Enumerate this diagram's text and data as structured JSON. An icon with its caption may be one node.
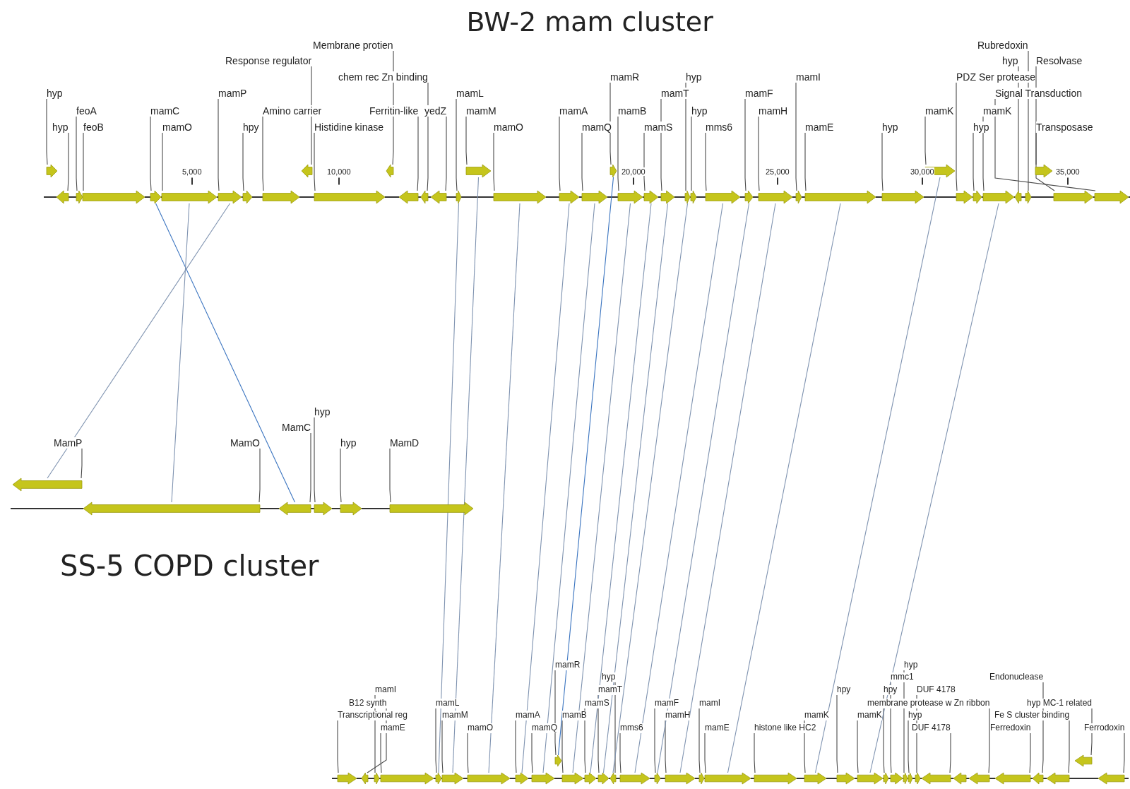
{
  "diagram": {
    "title": "BW-2 mam cluster",
    "nodes": [
      {
        "text": [
          "hyp"
        ]
      },
      {
        "text": [],
        "shape": "arrow"
      },
      {
        "text": [
          "hyp"
        ]
      },
      {
        "text": [],
        "shape": "arrow"
      },
      {
        "text": [
          "feoA"
        ]
      },
      {
        "text": [],
        "shape": "arrow"
      },
      {
        "text": [
          "feoB"
        ]
      },
      {
        "text": [],
        "shape": "arrow"
      },
      {
        "text": [
          "mamC"
        ]
      },
      {
        "text": [],
        "shape": "arrow"
      },
      {
        "text": [
          "mamO"
        ]
      },
      {
        "text": [],
        "shape": "arrow"
      },
      {
        "text": [
          "mamP"
        ]
      },
      {
        "text": [],
        "shape": "arrow"
      },
      {
        "text": [
          "hpy"
        ]
      },
      {
        "text": [],
        "shape": "arrow"
      },
      {
        "text": [
          "Amino carrier"
        ]
      },
      {
        "text": [],
        "shape": "arrow"
      },
      {
        "text": [
          "Response regulator"
        ]
      },
      {
        "text": [],
        "shape": "arrow"
      },
      {
        "text": [
          "Histidine kinase"
        ]
      },
      {
        "text": [],
        "shape": "arrow"
      },
      {
        "text": [
          "Membrane protien"
        ]
      },
      {
        "text": [],
        "shape": "arrow"
      },
      {
        "text": [
          "Ferritin-like"
        ]
      },
      {
        "text": [],
        "shape": "arrow"
      },
      {
        "text": [
          "chem rec Zn binding"
        ]
      },
      {
        "text": [],
        "shape": "arrow"
      },
      {
        "text": [
          "yedZ"
        ]
      },
      {
        "text": [],
        "shape": "arrow"
      },
      {
        "text": [
          "mamL"
        ]
      },
      {
        "text": [],
        "shape": "arrow"
      },
      {
        "text": [
          "mamM"
        ]
      },
      {
        "text": [],
        "shape": "arrow"
      },
      {
        "text": [
          "mamO"
        ]
      },
      {
        "text": [],
        "shape": "arrow"
      },
      {
        "text": [
          "mamA"
        ]
      },
      {
        "text": [],
        "shape": "arrow"
      },
      {
        "text": [
          "mamQ"
        ]
      },
      {
        "text": [],
        "shape": "arrow"
      },
      {
        "text": [
          "mamR"
        ]
      },
      {
        "text": [],
        "shape": "arrow"
      },
      {
        "text": [
          "mamB"
        ]
      },
      {
        "text": [],
        "shape": "arrow"
      },
      {
        "text": [
          "mamS"
        ]
      },
      {
        "text": [],
        "shape": "arrow"
      },
      {
        "text": [
          "mamT"
        ]
      },
      {
        "text": [],
        "shape": "arrow"
      },
      {
        "text": [
          "hyp"
        ]
      },
      {
        "text": [],
        "shape": "arrow"
      },
      {
        "text": [
          "hyp"
        ]
      },
      {
        "text": [],
        "shape": "arrow"
      },
      {
        "text": [
          "mms6"
        ]
      },
      {
        "text": [],
        "shape": "arrow"
      },
      {
        "text": [
          "mamF"
        ]
      },
      {
        "text": [],
        "shape": "arrow"
      },
      {
        "text": [
          "mamH"
        ]
      },
      {
        "text": [],
        "shape": "arrow"
      },
      {
        "text": [
          "mamI"
        ]
      },
      {
        "text": [],
        "shape": "arrow"
      },
      {
        "text": [
          "mamE"
        ]
      },
      {
        "text": [],
        "shape": "arrow"
      },
      {
        "text": [
          "hyp"
        ]
      },
      {
        "text": [],
        "shape": "arrow"
      },
      {
        "text": [
          "mamK"
        ]
      },
      {
        "text": [],
        "shape": "arrow"
      },
      {
        "text": [
          "PDZ Ser protease"
        ]
      },
      {
        "text": [],
        "shape": "arrow"
      },
      {
        "text": [
          "hyp"
        ]
      },
      {
        "text": [],
        "shape": "arrow"
      },
      {
        "text": [
          "mamK"
        ]
      },
      {
        "text": [],
        "shape": "arrow"
      },
      {
        "text": [
          "hyp"
        ]
      },
      {
        "text": [],
        "shape": "arrow"
      },
      {
        "text": [
          "Rubredoxin"
        ]
      },
      {
        "text": [],
        "shape": "arrow"
      },
      {
        "text": [
          "Resolvase"
        ]
      },
      {
        "text": [],
        "shape": "arrow"
      },
      {
        "text": [
          "Signal Transduction"
        ]
      },
      {
        "text": [],
        "shape": "arrow"
      },
      {
        "text": [
          "Transposase"
        ]
      },
      {
        "text": [],
        "shape": "arrow"
      },
      {
        "text": [
          "MamP"
        ]
      },
      {
        "text": [],
        "shape": "arrow"
      },
      {
        "text": [
          "MamO"
        ]
      },
      {
        "text": [],
        "shape": "arrow"
      },
      {
        "text": [
          "MamC"
        ]
      },
      {
        "text": [],
        "shape": "arrow"
      },
      {
        "text": [
          "hyp"
        ]
      },
      {
        "text": [],
        "shape": "arrow"
      },
      {
        "text": [
          "hyp"
        ]
      },
      {
        "text": [],
        "shape": "arrow"
      },
      {
        "text": [
          "MamD"
        ]
      },
      {
        "text": [],
        "shape": "arrow"
      },
      {
        "text": [
          "Transcriptional reg"
        ]
      },
      {
        "text": [],
        "shape": "arrow"
      },
      {
        "text": [
          "B12 synth"
        ]
      },
      {
        "text": [],
        "shape": "arrow"
      },
      {
        "text": [
          "mamI"
        ]
      },
      {
        "text": [],
        "shape": "arrow"
      },
      {
        "text": [
          "mamE"
        ]
      },
      {
        "text": [],
        "shape": "arrow"
      },
      {
        "text": [
          "mamL"
        ]
      },
      {
        "text": [],
        "shape": "arrow"
      },
      {
        "text": [
          "mamM"
        ]
      },
      {
        "text": [],
        "shape": "arrow"
      },
      {
        "text": [
          "mamO"
        ]
      },
      {
        "text": [],
        "shape": "arrow"
      },
      {
        "text": [
          "mamA"
        ]
      },
      {
        "text": [],
        "shape": "arrow"
      },
      {
        "text": [
          "mamQ"
        ]
      },
      {
        "text": [],
        "shape": "arrow"
      },
      {
        "text": [
          "mamR"
        ]
      },
      {
        "text": [],
        "shape": "arrow"
      },
      {
        "text": [
          "mamB"
        ]
      },
      {
        "text": [],
        "shape": "arrow"
      },
      {
        "text": [
          "mamS"
        ]
      },
      {
        "text": [],
        "shape": "arrow"
      },
      {
        "text": [
          "mamT"
        ]
      },
      {
        "text": [],
        "shape": "arrow"
      },
      {
        "text": [
          "hyp"
        ]
      },
      {
        "text": [],
        "shape": "arrow"
      },
      {
        "text": [
          "mms6"
        ]
      },
      {
        "text": [],
        "shape": "arrow"
      },
      {
        "text": [
          "mamF"
        ]
      },
      {
        "text": [],
        "shape": "arrow"
      },
      {
        "text": [
          "mamH"
        ]
      },
      {
        "text": [],
        "shape": "arrow"
      },
      {
        "text": [
          "mamI"
        ]
      },
      {
        "text": [],
        "shape": "arrow"
      },
      {
        "text": [
          "mamE"
        ]
      },
      {
        "text": [],
        "shape": "arrow"
      },
      {
        "text": [
          "histone like HC2"
        ]
      },
      {
        "text": [],
        "shape": "arrow"
      },
      {
        "text": [
          "mamK"
        ]
      },
      {
        "text": [],
        "shape": "arrow"
      },
      {
        "text": [
          "hpy"
        ]
      },
      {
        "text": [],
        "shape": "arrow"
      },
      {
        "text": [
          "mamK"
        ]
      },
      {
        "text": [],
        "shape": "arrow"
      },
      {
        "text": [
          "hpy"
        ]
      },
      {
        "text": [],
        "shape": "arrow"
      },
      {
        "text": [
          "mmc1"
        ]
      },
      {
        "text": [],
        "shape": "arrow"
      },
      {
        "text": [
          "hyp"
        ]
      },
      {
        "text": [],
        "shape": "arrow"
      },
      {
        "text": [
          "hyp"
        ]
      },
      {
        "text": [],
        "shape": "arrow"
      },
      {
        "text": [
          "DUF 4178"
        ]
      },
      {
        "text": [],
        "shape": "arrow"
      },
      {
        "text": [
          "DUF 4178"
        ]
      },
      {
        "text": [],
        "shape": "arrow"
      },
      {
        "text": [],
        "shape": "arrow"
      },
      {
        "text": [
          "membrane protease w Zn ribbon"
        ]
      },
      {
        "text": [],
        "shape": "arrow"
      },
      {
        "text": [
          "Ferredoxin"
        ]
      },
      {
        "text": [],
        "shape": "arrow"
      },
      {
        "text": [
          "Endonuclease"
        ]
      },
      {
        "text": [],
        "shape": "arrow"
      },
      {
        "text": [
          "Fe S cluster binding"
        ]
      },
      {
        "text": [],
        "shape": "arrow"
      },
      {
        "text": [
          "hyp MC-1 related"
        ]
      },
      {
        "text": [],
        "shape": "arrow"
      },
      {
        "text": [
          "Ferrodoxin"
        ]
      },
      {
        "text": [],
        "shape": "arrow"
      }
    ],
    "edges": [
      {
        "from": 0,
        "to": 1,
        "arrow": "none"
      },
      {
        "from": 2,
        "to": 3,
        "arrow": "none"
      },
      {
        "from": 4,
        "to": 5,
        "arrow": "none"
      },
      {
        "from": 6,
        "to": 7,
        "arrow": "none"
      },
      {
        "from": 8,
        "to": 9,
        "arrow": "none"
      },
      {
        "from": 10,
        "to": 11,
        "arrow": "none"
      },
      {
        "from": 12,
        "to": 13,
        "arrow": "none"
      },
      {
        "from": 14,
        "to": 15,
        "arrow": "none"
      },
      {
        "from": 16,
        "to": 17,
        "arrow": "none"
      },
      {
        "from": 18,
        "to": 19,
        "arrow": "none"
      },
      {
        "from": 20,
        "to": 21,
        "arrow": "none"
      },
      {
        "from": 22,
        "to": 23,
        "arrow": "none"
      },
      {
        "from": 24,
        "to": 25,
        "arrow": "none"
      },
      {
        "from": 26,
        "to": 27,
        "arrow": "none"
      },
      {
        "from": 28,
        "to": 29,
        "arrow": "none"
      },
      {
        "from": 30,
        "to": 31,
        "arrow": "none"
      },
      {
        "from": 32,
        "to": 33,
        "arrow": "none"
      },
      {
        "from": 34,
        "to": 35,
        "arrow": "none"
      },
      {
        "from": 36,
        "to": 37,
        "arrow": "none"
      },
      {
        "from": 38,
        "to": 39,
        "arrow": "none"
      },
      {
        "from": 40,
        "to": 41,
        "arrow": "none"
      },
      {
        "from": 42,
        "to": 43,
        "arrow": "none"
      },
      {
        "from": 44,
        "to": 45,
        "arrow": "none"
      },
      {
        "from": 46,
        "to": 47,
        "arrow": "none"
      },
      {
        "from": 48,
        "to": 49,
        "arrow": "none"
      },
      {
        "from": 50,
        "to": 51,
        "arrow": "none"
      },
      {
        "from": 52,
        "to": 53,
        "arrow": "none"
      },
      {
        "from": 54,
        "to": 55,
        "arrow": "none"
      },
      {
        "from": 56,
        "to": 57,
        "arrow": "none"
      },
      {
        "from": 58,
        "to": 59,
        "arrow": "none"
      },
      {
        "from": 60,
        "to": 61,
        "arrow": "none"
      },
      {
        "from": 62,
        "to": 63,
        "arrow": "none"
      },
      {
        "from": 64,
        "to": 65,
        "arrow": "none"
      },
      {
        "from": 66,
        "to": 67,
        "arrow": "none"
      },
      {
        "from": 68,
        "to": 69,
        "arrow": "none"
      },
      {
        "from": 70,
        "to": 71,
        "arrow": "none"
      },
      {
        "from": 72,
        "to": 73,
        "arrow": "none"
      },
      {
        "from": 74,
        "to": 75,
        "arrow": "none"
      },
      {
        "from": 76,
        "to": 77,
        "arrow": "none"
      },
      {
        "from": 78,
        "to": 79,
        "arrow": "none"
      },
      {
        "from": 80,
        "to": 81,
        "arrow": "none"
      },
      {
        "from": 82,
        "to": 83,
        "arrow": "none"
      },
      {
        "from": 84,
        "to": 85,
        "arrow": "none"
      },
      {
        "from": 86,
        "to": 87,
        "arrow": "none"
      },
      {
        "from": 88,
        "to": 89,
        "arrow": "none"
      },
      {
        "from": 90,
        "to": 91,
        "arrow": "none"
      },
      {
        "from": 92,
        "to": 93,
        "arrow": "none"
      },
      {
        "from": 94,
        "to": 95,
        "arrow": "none"
      },
      {
        "from": 96,
        "to": 97,
        "arrow": "none"
      },
      {
        "from": 98,
        "to": 99,
        "arrow": "none"
      },
      {
        "from": 100,
        "to": 101,
        "arrow": "none"
      },
      {
        "from": 102,
        "to": 103,
        "arrow": "none"
      },
      {
        "from": 104,
        "to": 105,
        "arrow": "none"
      },
      {
        "from": 106,
        "to": 107,
        "arrow": "none"
      },
      {
        "from": 108,
        "to": 109,
        "arrow": "none"
      },
      {
        "from": 110,
        "to": 111,
        "arrow": "none"
      },
      {
        "from": 112,
        "to": 113,
        "arrow": "none"
      },
      {
        "from": 114,
        "to": 115,
        "arrow": "none"
      },
      {
        "from": 116,
        "to": 117,
        "arrow": "none"
      },
      {
        "from": 118,
        "to": 119,
        "arrow": "none"
      },
      {
        "from": 120,
        "to": 121,
        "arrow": "none"
      },
      {
        "from": 122,
        "to": 123,
        "arrow": "none"
      },
      {
        "from": 124,
        "to": 125,
        "arrow": "none"
      },
      {
        "from": 126,
        "to": 127,
        "arrow": "none"
      },
      {
        "from": 128,
        "to": 129,
        "arrow": "none"
      },
      {
        "from": 130,
        "to": 131,
        "arrow": "none"
      },
      {
        "from": 132,
        "to": 133,
        "arrow": "none"
      },
      {
        "from": 134,
        "to": 135,
        "arrow": "none"
      },
      {
        "from": 136,
        "to": 137,
        "arrow": "none"
      },
      {
        "from": 138,
        "to": 139,
        "arrow": "none"
      },
      {
        "from": 140,
        "to": 141,
        "arrow": "none"
      },
      {
        "from": 142,
        "to": 143,
        "arrow": "none"
      },
      {
        "from": 144,
        "to": 145,
        "arrow": "none"
      },
      {
        "from": 146,
        "to": 147,
        "arrow": "none"
      },
      {
        "from": 148,
        "to": 149,
        "arrow": "none"
      },
      {
        "from": 150,
        "to": 151,
        "arrow": "none"
      },
      {
        "from": 153,
        "to": 154,
        "arrow": "none"
      },
      {
        "from": 155,
        "to": 156,
        "arrow": "none"
      },
      {
        "from": 157,
        "to": 158,
        "arrow": "none"
      },
      {
        "from": 159,
        "to": 160,
        "arrow": "none"
      },
      {
        "from": 161,
        "to": 162,
        "arrow": "none"
      },
      {
        "from": 163,
        "to": 164,
        "arrow": "none"
      },
      {
        "from": 9,
        "to": 87,
        "arrow": "none",
        "color": "#3a74c0"
      },
      {
        "from": 11,
        "to": 85,
        "arrow": "none",
        "color": "#7f93b0"
      },
      {
        "from": 13,
        "to": 83,
        "arrow": "none",
        "color": "#7f93b0"
      },
      {
        "from": 31,
        "to": 103,
        "arrow": "none",
        "color": "#7f93b0"
      },
      {
        "from": 33,
        "to": 105,
        "arrow": "none",
        "color": "#7f93b0"
      },
      {
        "from": 35,
        "to": 107,
        "arrow": "none",
        "color": "#7f93b0"
      },
      {
        "from": 37,
        "to": 109,
        "arrow": "none",
        "color": "#7f93b0"
      },
      {
        "from": 39,
        "to": 111,
        "arrow": "none",
        "color": "#7f93b0"
      },
      {
        "from": 41,
        "to": 113,
        "arrow": "none",
        "color": "#3a74c0"
      },
      {
        "from": 43,
        "to": 115,
        "arrow": "none",
        "color": "#7f93b0"
      },
      {
        "from": 45,
        "to": 117,
        "arrow": "none",
        "color": "#7f93b0"
      },
      {
        "from": 47,
        "to": 119,
        "arrow": "none",
        "color": "#7f93b0"
      },
      {
        "from": 49,
        "to": 121,
        "arrow": "none",
        "color": "#7f93b0"
      },
      {
        "from": 53,
        "to": 123,
        "arrow": "none",
        "color": "#7f93b0"
      },
      {
        "from": 55,
        "to": 125,
        "arrow": "none",
        "color": "#7f93b0"
      },
      {
        "from": 57,
        "to": 127,
        "arrow": "none",
        "color": "#7f93b0"
      },
      {
        "from": 61,
        "to": 131,
        "arrow": "none",
        "color": "#7f93b0"
      },
      {
        "from": 65,
        "to": 135,
        "arrow": "none",
        "color": "#7f93b0"
      },
      {
        "from": 71,
        "to": 139,
        "arrow": "none",
        "color": "#7f93b0"
      }
    ],
    "labels": [
      "SS-5 COPD cluster",
      "5,000",
      "10,000",
      "20,000",
      "25,000",
      "30,000",
      "35,000"
    ]
  }
}
